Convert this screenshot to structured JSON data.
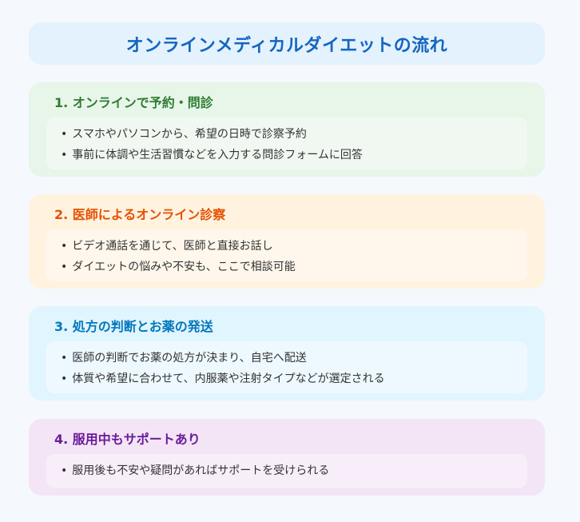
{
  "title": "オンラインメディカルダイエットの流れ",
  "steps": [
    {
      "heading": "1. オンラインで予約・問診",
      "items": [
        "スマホやパソコンから、希望の日時で診察予約",
        "事前に体調や生活習慣などを入力する問診フォームに回答"
      ]
    },
    {
      "heading": "2. 医師によるオンライン診察",
      "items": [
        "ビデオ通話を通じて、医師と直接お話し",
        "ダイエットの悩みや不安も、ここで相談可能"
      ]
    },
    {
      "heading": "3. 処方の判断とお薬の発送",
      "items": [
        "医師の判断でお薬の処方が決まり、自宅へ配送",
        "体質や希望に合わせて、内服薬や注射タイプなどが選定される"
      ]
    },
    {
      "heading": "4. 服用中もサポートあり",
      "items": [
        "服用後も不安や疑問があればサポートを受けられる"
      ]
    }
  ]
}
